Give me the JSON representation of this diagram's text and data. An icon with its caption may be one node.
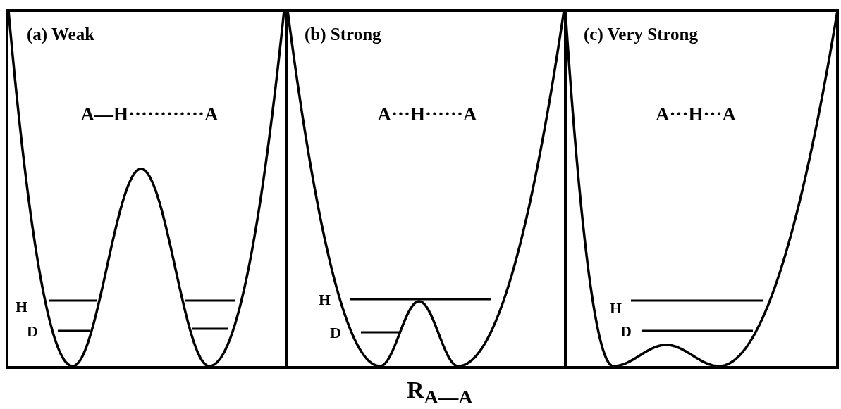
{
  "diagram": {
    "nodes": [
      {
        "text": [
          "(a) Weak",
          "A—H············A"
        ]
      },
      {
        "text": [
          "(b) Strong",
          "A···H······A"
        ]
      },
      {
        "text": [
          "(c) Very Strong",
          "A···H···A"
        ]
      }
    ],
    "labels": [
      "H",
      "D",
      "H",
      "D",
      "H",
      "D",
      "R$_{A—A}$"
    ]
  }
}
